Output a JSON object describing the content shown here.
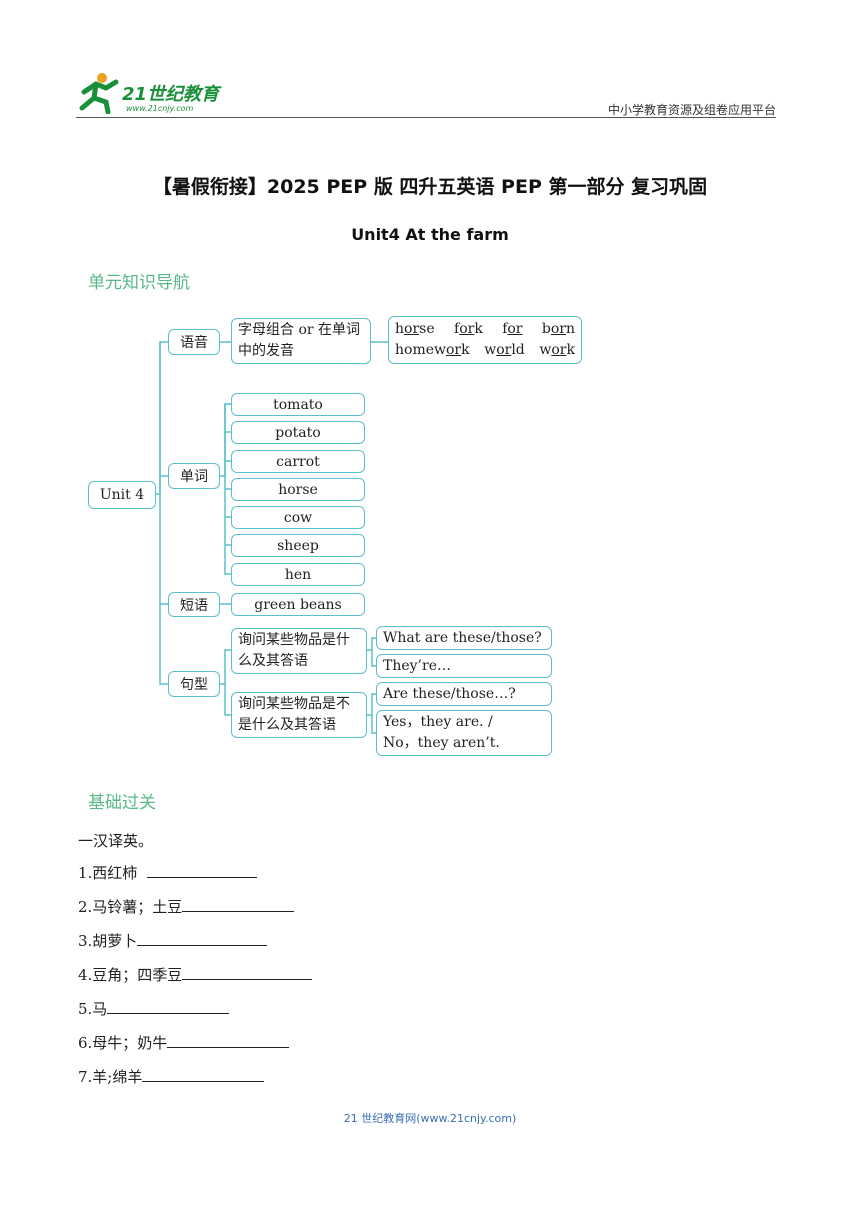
{
  "header": {
    "logo_text": "21世纪教育",
    "logo_url": "www.21cnjy.com",
    "platform": "中小学教育资源及组卷应用平台"
  },
  "title": "【暑假衔接】2025 PEP 版  四升五英语 PEP 第一部分  复习巩固",
  "subtitle": "Unit4    At the farm",
  "section_knowledge": "单元知识导航",
  "section_basics": "基础过关",
  "mindmap": {
    "root": "Unit 4",
    "phonics": {
      "label": "语音",
      "desc_line1": "字母组合 or 在单词",
      "desc_line2": "中的发音",
      "words_row1": [
        "horse",
        "fork",
        "for",
        "born"
      ],
      "words_row2": [
        "homework",
        "world",
        "work"
      ]
    },
    "vocab": {
      "label": "单词",
      "words": [
        "tomato",
        "potato",
        "carrot",
        "horse",
        "cow",
        "sheep",
        "hen"
      ]
    },
    "phrase": {
      "label": "短语",
      "text": "green beans"
    },
    "sentences": {
      "label": "句型",
      "q1_line1": "询问某些物品是什",
      "q1_line2": "么及其答语",
      "q1_a1": "What are these/those?",
      "q1_a2": "They’re…",
      "q2_line1": "询问某些物品是不",
      "q2_line2": "是什么及其答语",
      "q2_a1": "Are these/those…?",
      "q2_a2_line1": "Yes，they are. /",
      "q2_a2_line2": "No，they aren’t."
    }
  },
  "exercise": {
    "instruction": "一汉译英。",
    "items": [
      "1.西红柿",
      "2.马铃薯；土豆",
      "3.胡萝卜",
      "4.豆角；四季豆",
      "5.马",
      "6.母牛；奶牛",
      "7.羊;绵羊"
    ]
  },
  "footer": "21 世纪教育网(www.21cnjy.com)",
  "colors": {
    "accent_green": "#58b987",
    "box_border": "#5cc0cc",
    "footer_blue": "#3a6fb5"
  }
}
